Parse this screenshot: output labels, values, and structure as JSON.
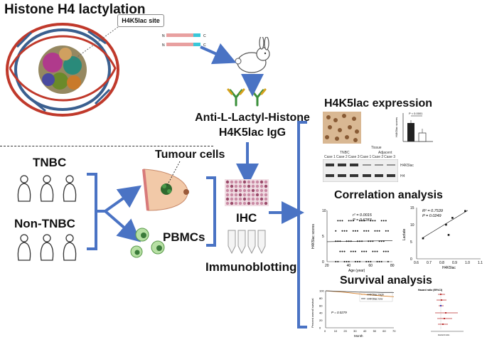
{
  "titles": {
    "main": "Histone H4 lactylation",
    "site": "H4K5lac site",
    "antibody_line1": "Anti-L-Lactyl-Histone",
    "antibody_line2": "H4K5lac IgG",
    "tumour": "Tumour cells",
    "tnbc": "TNBC",
    "non_tnbc": "Non-TNBC",
    "pbmcs": "PBMCs",
    "ihc": "IHC",
    "immunoblotting": "Immunoblotting",
    "expression": "H4K5lac expression",
    "correlation": "Correlation analysis",
    "survival": "Survival analysis"
  },
  "peptide_labels": {
    "n": "N",
    "c": "C"
  },
  "expression_panel": {
    "pvalue": "P < 0.0001",
    "ylabel": "H4K5lac scores",
    "tissue": "Tissue",
    "group_tnbc": "TNBC",
    "group_adjacent": "Adjacent",
    "lanes": [
      "Case 1",
      "Case 2",
      "Case 3",
      "Case 1",
      "Case 2",
      "Case 3"
    ],
    "band1": "H4K5lac",
    "band2": "H4"
  },
  "chart_data": [
    {
      "type": "scatter",
      "name": "Age vs H4K5lac",
      "xlabel": "Age (year)",
      "ylabel": "H4K5lac scores",
      "xticks": [
        "20",
        "40",
        "60",
        "80"
      ],
      "yticks": [
        "0",
        "5",
        "10"
      ],
      "annotation_r2": "r² = 0.0015",
      "annotation_p": "P = 0.6283",
      "xlim": [
        20,
        80
      ],
      "ylim": [
        0,
        10
      ]
    },
    {
      "type": "scatter",
      "name": "Lactate vs H4K5lac",
      "xlabel": "H4K5lac",
      "ylabel": "Lactate",
      "xticks": [
        "0.6",
        "0.7",
        "0.8",
        "0.9",
        "1.0",
        "1.1"
      ],
      "yticks": [
        "0",
        "5",
        "10",
        "15"
      ],
      "annotation_r2": "R² = 0.7539",
      "annotation_p": "P = 0.0249",
      "xlim": [
        0.6,
        1.1
      ],
      "ylim": [
        0,
        15
      ],
      "points": [
        [
          0.65,
          6
        ],
        [
          0.83,
          10
        ],
        [
          0.85,
          7
        ],
        [
          0.88,
          12
        ],
        [
          0.98,
          14
        ]
      ]
    },
    {
      "type": "line",
      "name": "Overall survival",
      "xlabel": "Month",
      "ylabel": "Percent overall survival",
      "xticks": [
        "0",
        "10",
        "20",
        "30",
        "40",
        "50",
        "60",
        "70"
      ],
      "yticks": [
        "0",
        "20",
        "40",
        "60",
        "80",
        "100"
      ],
      "legend": [
        "H4K5lac high",
        "H4K5lac low"
      ],
      "annotation_p": "P = 0.0279",
      "xlim": [
        0,
        70
      ],
      "ylim": [
        0,
        100
      ],
      "series": [
        {
          "name": "H4K5lac high",
          "x": [
            0,
            10,
            20,
            30,
            40,
            50,
            60,
            70
          ],
          "y": [
            100,
            98,
            96,
            93,
            90,
            88,
            86,
            84
          ]
        },
        {
          "name": "H4K5lac low",
          "x": [
            0,
            10,
            20,
            30,
            40,
            50,
            60,
            70
          ],
          "y": [
            100,
            99,
            98,
            97,
            96,
            96,
            95,
            95
          ]
        }
      ]
    }
  ],
  "forest": {
    "header": "Hazard ratio (95%CI)",
    "xlabel": "Hazard ratio"
  }
}
